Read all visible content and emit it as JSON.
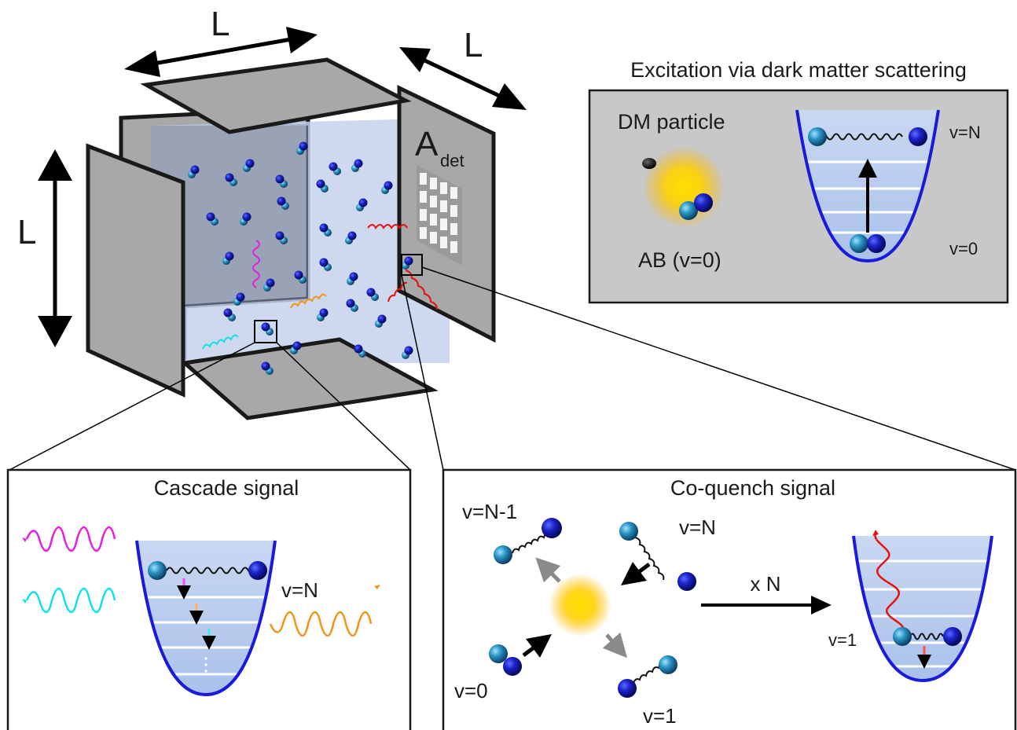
{
  "detector": {
    "dim_top": "L",
    "dim_right": "L",
    "dim_left": "L",
    "area_main": "A",
    "area_sub": "det"
  },
  "excitation_panel": {
    "title": "Excitation via dark matter scattering",
    "dm_label": "DM particle",
    "ab_label": "AB (v=0)",
    "level_top": "v=N",
    "level_bottom": "v=0"
  },
  "cascade_panel": {
    "title": "Cascade signal",
    "level_label": "v=N"
  },
  "coquench_panel": {
    "title": "Co-quench signal",
    "label_n_minus_1": "v=N-1",
    "label_n": "v=N",
    "label_0": "v=0",
    "label_1": "v=1",
    "multiplier": "x N",
    "well_level": "v=1"
  },
  "colors": {
    "panel_gray": "#c8c8c8",
    "plate_gray": "#a8a8a8",
    "well_blue": "#1a1adc",
    "atom_dark": "#12129e",
    "atom_light": "#2a8fb8",
    "photon_red": "#e81010",
    "photon_magenta": "#e020e0",
    "photon_cyan": "#10e0e8",
    "photon_orange": "#f0941c",
    "glow_yellow": "#ffd400"
  }
}
